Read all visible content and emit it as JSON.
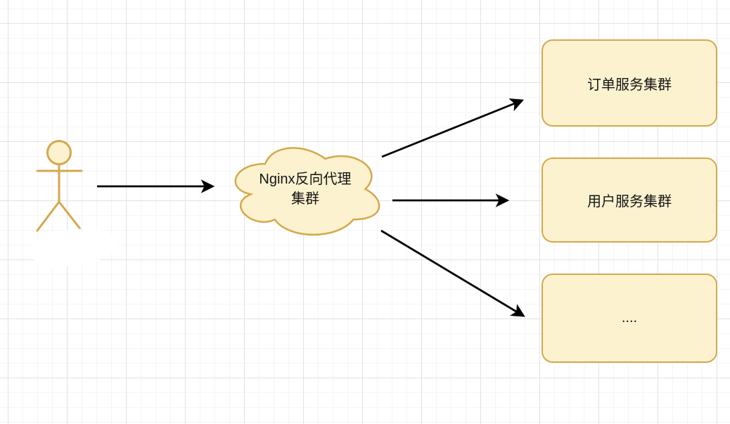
{
  "canvas": {
    "background_color": "#FFFFFF",
    "grid_minor_color": "#F5F5F5",
    "grid_major_color": "#E2E2E2"
  },
  "diagram": {
    "style": {
      "node_fill": "#FCF2CF",
      "node_stroke": "#D4A84B",
      "arrow_color": "#000000",
      "text_color": "#141414"
    },
    "actor": {
      "shape": "stick-figure"
    },
    "cloud": {
      "label_line1": "Nginx反向代理",
      "label_line2": "集群"
    },
    "services": [
      {
        "label": "订单服务集群"
      },
      {
        "label": "用户服务集群"
      },
      {
        "label": "...."
      }
    ],
    "arrows": [
      {
        "from": "actor",
        "to": "nginx-cloud"
      },
      {
        "from": "nginx-cloud",
        "to": "order-service-cluster"
      },
      {
        "from": "nginx-cloud",
        "to": "user-service-cluster"
      },
      {
        "from": "nginx-cloud",
        "to": "more-services"
      }
    ]
  }
}
